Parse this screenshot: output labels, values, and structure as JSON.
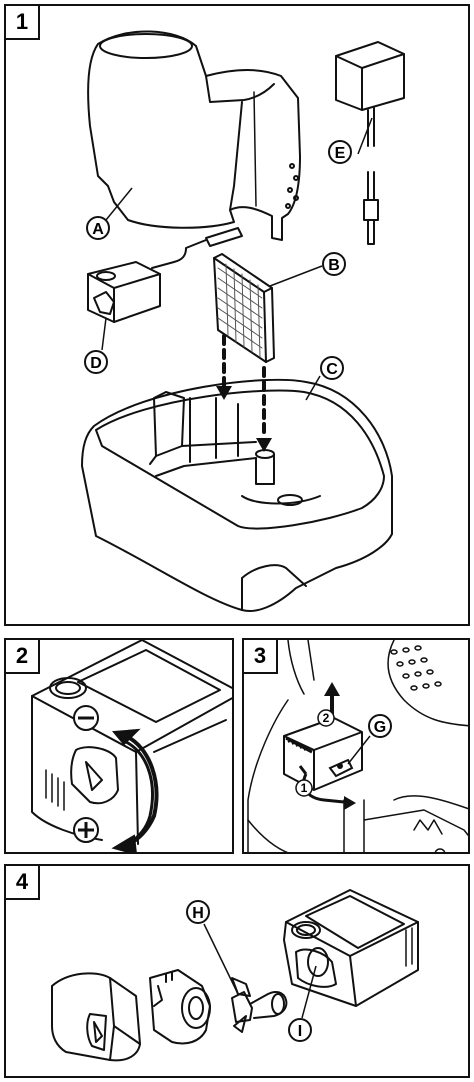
{
  "panels": {
    "p1": {
      "number": "1"
    },
    "p2": {
      "number": "2"
    },
    "p3": {
      "number": "3"
    },
    "p4": {
      "number": "4"
    }
  },
  "callouts": {
    "A": "A",
    "B": "B",
    "C": "C",
    "D": "D",
    "E": "E",
    "G": "G",
    "H": "H",
    "I": "I"
  },
  "steps": {
    "s1": "1",
    "s2": "2"
  },
  "symbols": {
    "minus": "minus-icon",
    "plus": "plus-icon"
  }
}
